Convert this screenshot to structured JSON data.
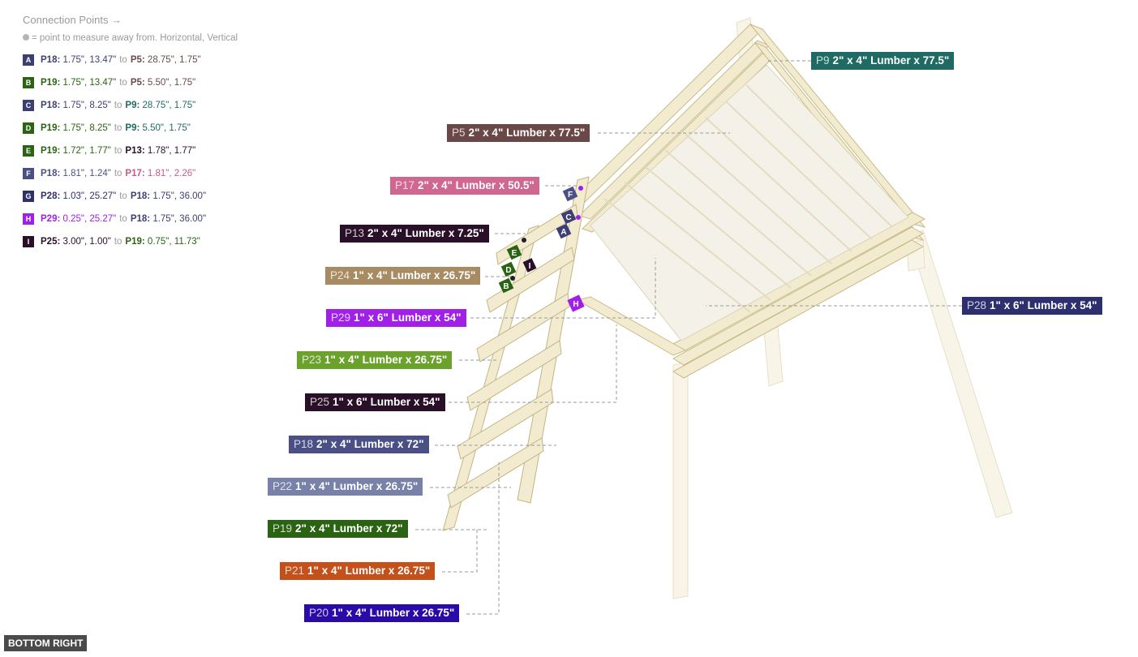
{
  "panel": {
    "title": "Connection Points →",
    "note": "= point to measure away from. Horizontal, Vertical"
  },
  "connections": [
    {
      "id": "A",
      "color": "#3d3f74",
      "from_part": "P18:",
      "from_vals": "1.75\", 13.47\"",
      "from_color": "#3d3f74",
      "to": "to",
      "to_part": "P5:",
      "to_vals": "28.75\", 1.75\"",
      "to_color": "#6a4a4a"
    },
    {
      "id": "B",
      "color": "#2a6312",
      "from_part": "P19:",
      "from_vals": "1.75\", 13.47\"",
      "from_color": "#2a6312",
      "to": "to",
      "to_part": "P5:",
      "to_vals": "5.50\", 1.75\"",
      "to_color": "#6a4a4a"
    },
    {
      "id": "C",
      "color": "#3d3f74",
      "from_part": "P18:",
      "from_vals": "1.75\", 8.25\"",
      "from_color": "#3d3f74",
      "to": "to",
      "to_part": "P9:",
      "to_vals": "28.75\", 1.75\"",
      "to_color": "#1f6b63"
    },
    {
      "id": "D",
      "color": "#2a6312",
      "from_part": "P19:",
      "from_vals": "1.75\", 8.25\"",
      "from_color": "#2a6312",
      "to": "to",
      "to_part": "P9:",
      "to_vals": "5.50\", 1.75\"",
      "to_color": "#1f6b63"
    },
    {
      "id": "E",
      "color": "#2a6312",
      "from_part": "P19:",
      "from_vals": "1.72\", 1.77\"",
      "from_color": "#2a6312",
      "to": "to",
      "to_part": "P13:",
      "to_vals": "1.78\", 1.77\"",
      "to_color": "#2a0f28"
    },
    {
      "id": "F",
      "color": "#4a4f86",
      "from_part": "P18:",
      "from_vals": "1.81\", 1.24\"",
      "from_color": "#4a4f86",
      "to": "to",
      "to_part": "P17:",
      "to_vals": "1.81\", 2.26\"",
      "to_color": "#c95a8a"
    },
    {
      "id": "G",
      "color": "#2e2f6e",
      "from_part": "P28:",
      "from_vals": "1.03\", 25.27\"",
      "from_color": "#2e2f6e",
      "to": "to",
      "to_part": "P18:",
      "to_vals": "1.75\", 36.00\"",
      "to_color": "#3d3f74"
    },
    {
      "id": "H",
      "color": "#a020e8",
      "from_part": "P29:",
      "from_vals": "0.25\", 25.27\"",
      "from_color": "#a020e8",
      "to": "to",
      "to_part": "P18:",
      "to_vals": "1.75\", 36.00\"",
      "to_color": "#3d3f74"
    },
    {
      "id": "I",
      "color": "#2a0f28",
      "from_part": "P25:",
      "from_vals": "3.00\", 1.00\"",
      "from_color": "#2a0f28",
      "to": "to",
      "to_part": "P19:",
      "to_vals": "0.75\", 11.73\"",
      "to_color": "#2a6312"
    }
  ],
  "parts": [
    {
      "id": "P9",
      "desc": "2\" x 4\" Lumber  x 77.5\"",
      "color": "#1f6b63"
    },
    {
      "id": "P5",
      "desc": "2\" x 4\" Lumber  x 77.5\"",
      "color": "#6b4848"
    },
    {
      "id": "P17",
      "desc": "2\" x 4\" Lumber  x 50.5\"",
      "color": "#cf6791"
    },
    {
      "id": "P13",
      "desc": "2\" x 4\" Lumber  x 7.25\"",
      "color": "#2a0f28"
    },
    {
      "id": "P24",
      "desc": "1\" x 4\" Lumber  x 26.75\"",
      "color": "#a88b62"
    },
    {
      "id": "P29",
      "desc": "1\" x 6\" Lumber x 54\"",
      "color": "#a020e8"
    },
    {
      "id": "P23",
      "desc": "1\" x 4\" Lumber  x 26.75\"",
      "color": "#6aa22c"
    },
    {
      "id": "P25",
      "desc": "1\" x 6\" Lumber x 54\"",
      "color": "#2a0f28"
    },
    {
      "id": "P18",
      "desc": "2\" x 4\" Lumber  x 72\"",
      "color": "#4a4f86"
    },
    {
      "id": "P22",
      "desc": "1\" x 4\" Lumber  x 26.75\"",
      "color": "#7882a8"
    },
    {
      "id": "P19",
      "desc": "2\" x 4\" Lumber  x 72\"",
      "color": "#2a6312"
    },
    {
      "id": "P21",
      "desc": "1\" x 4\" Lumber  x 26.75\"",
      "color": "#c4501a"
    },
    {
      "id": "P20",
      "desc": "1\" x 4\" Lumber  x 26.75\"",
      "color": "#2a0aa8"
    },
    {
      "id": "P28",
      "desc": "1\" x 6\" Lumber x 54\"",
      "color": "#2e2f6e"
    }
  ],
  "view_button": "BOTTOM RIGHT",
  "colors": {
    "wood_fill": "#f1ead0",
    "wood_stroke": "#c9bd8a",
    "leader": "#999999"
  }
}
